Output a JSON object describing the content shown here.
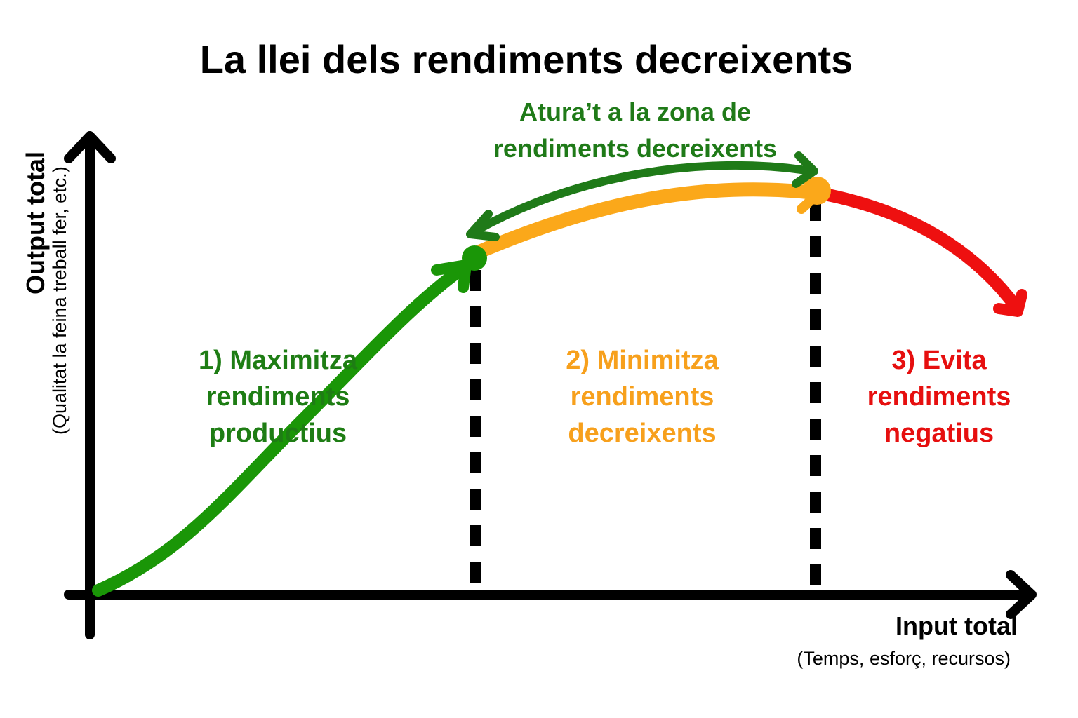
{
  "title": "La llei dels rendiments decreixents",
  "stop_note": [
    "Atura’t a la zona de",
    "rendiments decreixents"
  ],
  "zones": [
    {
      "lines": [
        "1) Maximitza",
        "rendiments",
        "productius"
      ],
      "color": "#1e7d14"
    },
    {
      "lines": [
        "2) Minimitza",
        "rendiments",
        "decreixents"
      ],
      "color": "#f7a01c"
    },
    {
      "lines": [
        "3) Evita",
        "rendiments",
        "negatius"
      ],
      "color": "#e60f0f"
    }
  ],
  "x_axis": {
    "title": "Input total",
    "subtitle": "(Temps, esforç, recursos)"
  },
  "y_axis": {
    "title": "Output total",
    "subtitle": "(Qualitat la feina treball fer, etc.)"
  },
  "colors": {
    "productive": "#1a9607",
    "diminishing": "#fba81a",
    "negative": "#ee1010",
    "stop_arrow": "#1f7a18",
    "axis": "#000000"
  }
}
